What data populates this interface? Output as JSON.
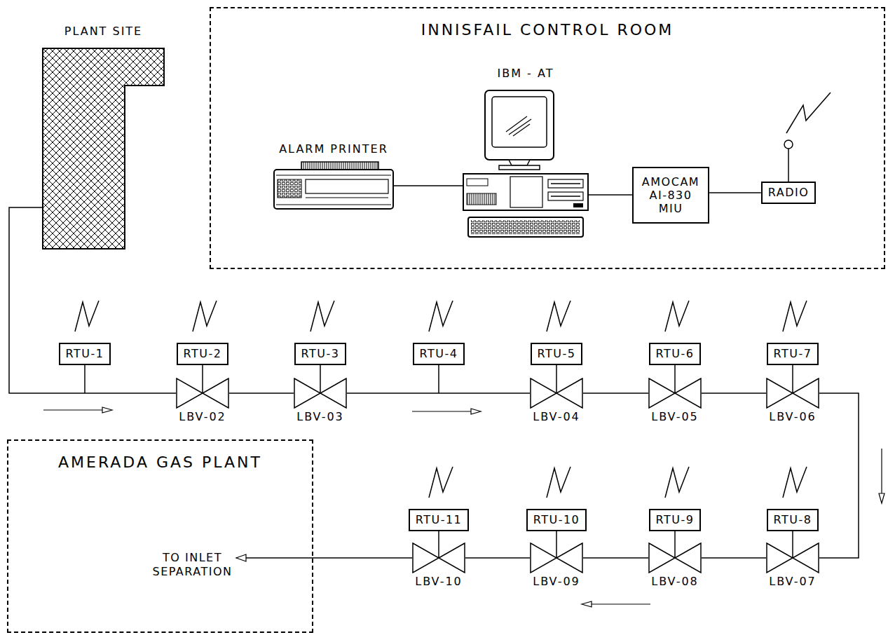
{
  "diagram": {
    "nodes": [
      {
        "text": [
          "INNISFAIL CONTROL ROOM"
        ]
      },
      {
        "text": [
          "PLANT SITE"
        ]
      },
      {
        "text": [
          "ALARM PRINTER"
        ],
        "in": 0
      },
      {
        "text": [
          "IBM - AT"
        ],
        "in": 0
      },
      {
        "text": [
          "AMOCAM AI-830 MIU"
        ],
        "in": 0
      },
      {
        "text": [
          "RADIO"
        ],
        "in": 0
      },
      {
        "text": [
          "RTU-1"
        ]
      },
      {
        "text": [
          "RTU-2"
        ]
      },
      {
        "text": [
          "RTU-3"
        ]
      },
      {
        "text": [
          "RTU-4"
        ]
      },
      {
        "text": [
          "RTU-5"
        ]
      },
      {
        "text": [
          "RTU-6"
        ]
      },
      {
        "text": [
          "RTU-7"
        ]
      },
      {
        "text": [
          "RTU-8"
        ]
      },
      {
        "text": [
          "RTU-9"
        ]
      },
      {
        "text": [
          "RTU-10"
        ]
      },
      {
        "text": [
          "RTU-11"
        ]
      },
      {
        "text": [
          "LBV-02"
        ]
      },
      {
        "text": [
          "LBV-03"
        ]
      },
      {
        "text": [
          "LBV-04"
        ]
      },
      {
        "text": [
          "LBV-05"
        ]
      },
      {
        "text": [
          "LBV-06"
        ]
      },
      {
        "text": [
          "LBV-07"
        ]
      },
      {
        "text": [
          "LBV-08"
        ]
      },
      {
        "text": [
          "LBV-09"
        ]
      },
      {
        "text": [
          "LBV-10"
        ]
      },
      {
        "text": [
          "AMERADA GAS PLANT"
        ]
      },
      {
        "text": [
          "TO INLET SEPARATION"
        ],
        "in": 26
      }
    ],
    "edges": [
      {
        "from": 2,
        "to": 3,
        "arrow": "none"
      },
      {
        "from": 3,
        "to": 4,
        "arrow": "none"
      },
      {
        "from": 4,
        "to": 5,
        "arrow": "none"
      },
      {
        "from": 7,
        "to": 17,
        "arrow": "none"
      },
      {
        "from": 8,
        "to": 18,
        "arrow": "none"
      },
      {
        "from": 10,
        "to": 19,
        "arrow": "none"
      },
      {
        "from": 11,
        "to": 20,
        "arrow": "none"
      },
      {
        "from": 12,
        "to": 21,
        "arrow": "none"
      },
      {
        "from": 13,
        "to": 22,
        "arrow": "none"
      },
      {
        "from": 14,
        "to": 23,
        "arrow": "none"
      },
      {
        "from": 15,
        "to": 24,
        "arrow": "none"
      },
      {
        "from": 16,
        "to": 25,
        "arrow": "none"
      },
      {
        "from": 1,
        "to": 17,
        "arrow": "none"
      },
      {
        "from": 17,
        "to": 18,
        "arrow": "none"
      },
      {
        "from": 18,
        "to": 19,
        "arrow": "none"
      },
      {
        "from": 19,
        "to": 20,
        "arrow": "none"
      },
      {
        "from": 20,
        "to": 21,
        "arrow": "none"
      },
      {
        "from": 21,
        "to": 22,
        "arrow": "none"
      },
      {
        "from": 22,
        "to": 23,
        "arrow": "none"
      },
      {
        "from": 23,
        "to": 24,
        "arrow": "none"
      },
      {
        "from": 24,
        "to": 25,
        "arrow": "none"
      },
      {
        "from": 25,
        "to": 27,
        "arrow": "to"
      }
    ]
  }
}
